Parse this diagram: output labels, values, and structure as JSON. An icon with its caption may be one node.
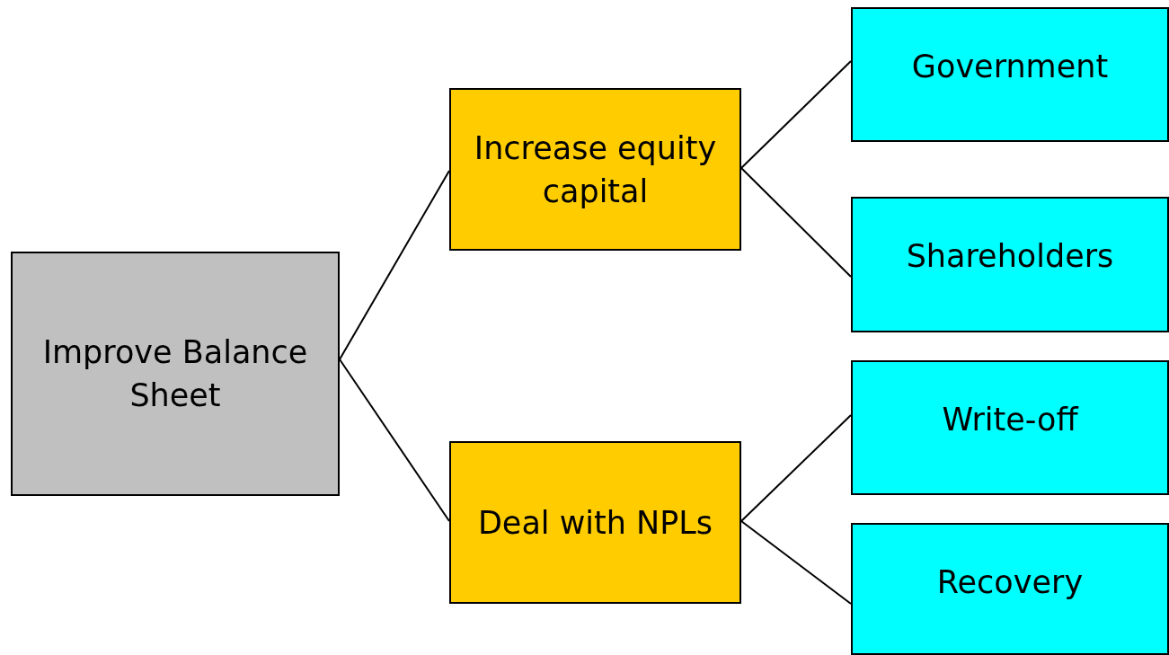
{
  "diagram": {
    "nodes": [
      {
        "text": [
          "Improve Balance Sheet"
        ]
      },
      {
        "text": [
          "Increase equity capital"
        ]
      },
      {
        "text": [
          "Deal with NPLs"
        ]
      },
      {
        "text": [
          "Government"
        ]
      },
      {
        "text": [
          "Shareholders"
        ]
      },
      {
        "text": [
          "Write-off"
        ]
      },
      {
        "text": [
          "Recovery"
        ]
      }
    ],
    "edges": [
      {
        "from": 0,
        "to": 1,
        "arrow": "none"
      },
      {
        "from": 0,
        "to": 2,
        "arrow": "none"
      },
      {
        "from": 1,
        "to": 3,
        "arrow": "none"
      },
      {
        "from": 1,
        "to": 4,
        "arrow": "none"
      },
      {
        "from": 2,
        "to": 5,
        "arrow": "none"
      },
      {
        "from": 2,
        "to": 6,
        "arrow": "none"
      }
    ]
  }
}
